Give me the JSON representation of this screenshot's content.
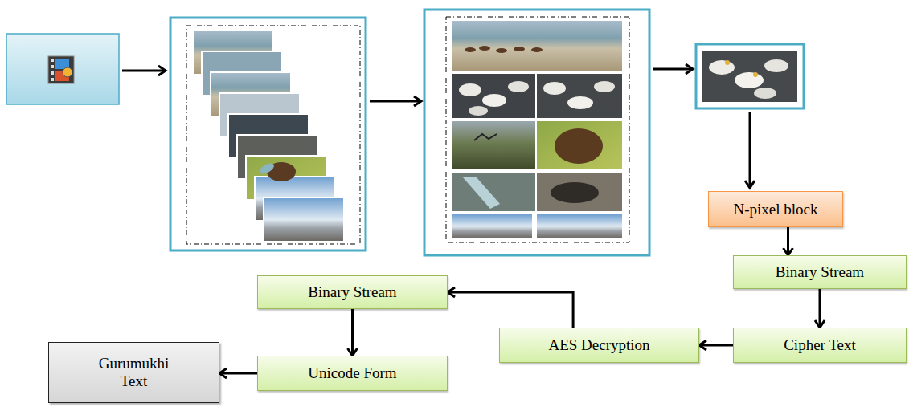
{
  "diagram": {
    "nodes": [
      {
        "text": [
          "N-pixel block"
        ]
      },
      {
        "text": [
          "Binary Stream"
        ]
      },
      {
        "text": [
          "Cipher Text"
        ]
      },
      {
        "text": [
          "AES Decryption"
        ]
      },
      {
        "text": [
          "Binary Stream"
        ]
      },
      {
        "text": [
          "Unicode Form"
        ]
      },
      {
        "text": [
          "Gurumukhi Text"
        ]
      }
    ],
    "edges": [
      {
        "from": 0,
        "to": 1,
        "arrow": "to"
      },
      {
        "from": 1,
        "to": 2,
        "arrow": "to"
      },
      {
        "from": 2,
        "to": 3,
        "arrow": "to"
      },
      {
        "from": 3,
        "to": 4,
        "arrow": "to"
      },
      {
        "from": 4,
        "to": 5,
        "arrow": "to"
      },
      {
        "from": 5,
        "to": 6,
        "arrow": "to"
      }
    ]
  }
}
